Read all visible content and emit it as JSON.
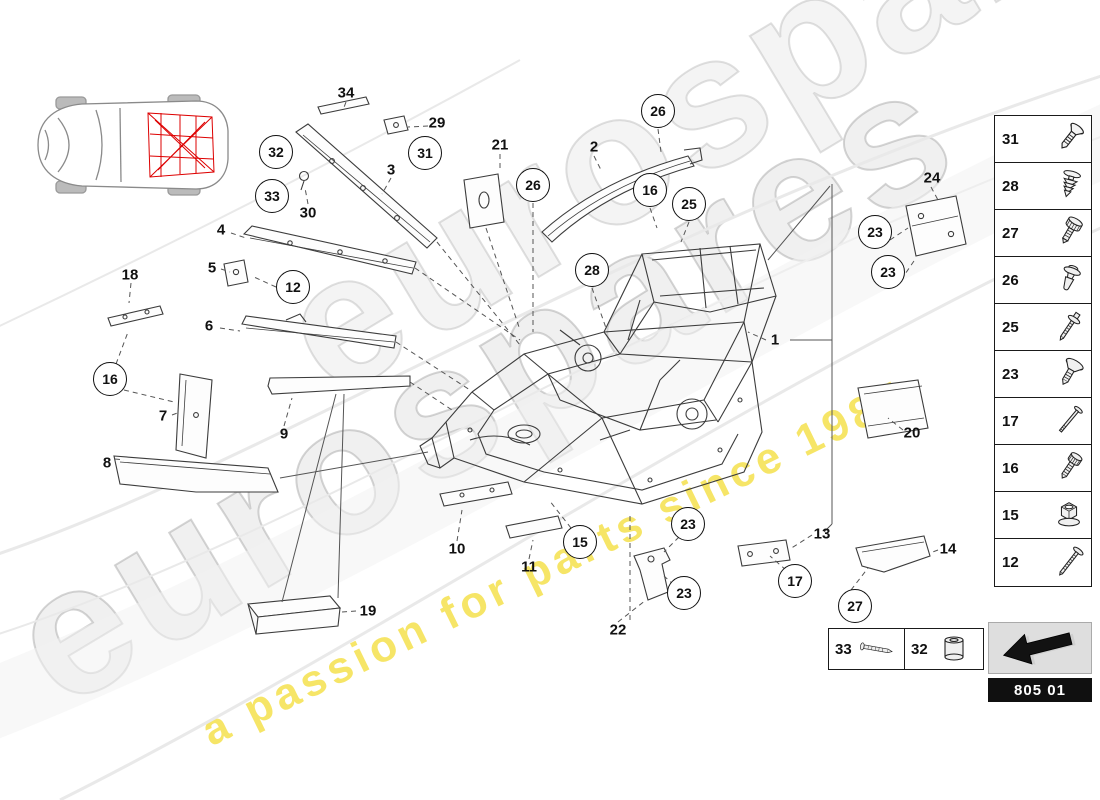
{
  "page": {
    "part_code": "805 01"
  },
  "watermark": {
    "brand": "eurospares",
    "tagline": "a passion for parts since 1985",
    "brand_color": "#d5d5d5",
    "tagline_color": "#f0d50a"
  },
  "diagram": {
    "title": "chassis rear parts diagram",
    "highlight_color": "#dd0000",
    "circled_callouts": [
      {
        "number": "32"
      },
      {
        "number": "33"
      },
      {
        "number": "31"
      },
      {
        "number": "26"
      },
      {
        "number": "26"
      },
      {
        "number": "16"
      },
      {
        "number": "25"
      },
      {
        "number": "28"
      },
      {
        "number": "12"
      },
      {
        "number": "16"
      },
      {
        "number": "15"
      },
      {
        "number": "23"
      },
      {
        "number": "23"
      },
      {
        "number": "17"
      },
      {
        "number": "27"
      },
      {
        "number": "23"
      },
      {
        "number": "23"
      }
    ],
    "plain_labels": [
      {
        "number": "34"
      },
      {
        "number": "29"
      },
      {
        "number": "3"
      },
      {
        "number": "30"
      },
      {
        "number": "21"
      },
      {
        "number": "2"
      },
      {
        "number": "4"
      },
      {
        "number": "5"
      },
      {
        "number": "18"
      },
      {
        "number": "6"
      },
      {
        "number": "7"
      },
      {
        "number": "9"
      },
      {
        "number": "8"
      },
      {
        "number": "10"
      },
      {
        "number": "11"
      },
      {
        "number": "19"
      },
      {
        "number": "22"
      },
      {
        "number": "1"
      },
      {
        "number": "13"
      },
      {
        "number": "14"
      },
      {
        "number": "20"
      },
      {
        "number": "24"
      }
    ]
  },
  "sidebar": {
    "items": [
      {
        "number": "31",
        "icon": "countersunk-screw"
      },
      {
        "number": "28",
        "icon": "expansion-clip"
      },
      {
        "number": "27",
        "icon": "hex-bolt"
      },
      {
        "number": "26",
        "icon": "push-rivet"
      },
      {
        "number": "25",
        "icon": "stud-washer"
      },
      {
        "number": "23",
        "icon": "countersunk-bolt"
      },
      {
        "number": "17",
        "icon": "long-bolt"
      },
      {
        "number": "16",
        "icon": "socket-screw"
      },
      {
        "number": "15",
        "icon": "flange-nut"
      },
      {
        "number": "12",
        "icon": "long-screw"
      }
    ]
  },
  "footer_items": [
    {
      "number": "33",
      "icon": "small-screw"
    },
    {
      "number": "32",
      "icon": "sleeve"
    }
  ]
}
